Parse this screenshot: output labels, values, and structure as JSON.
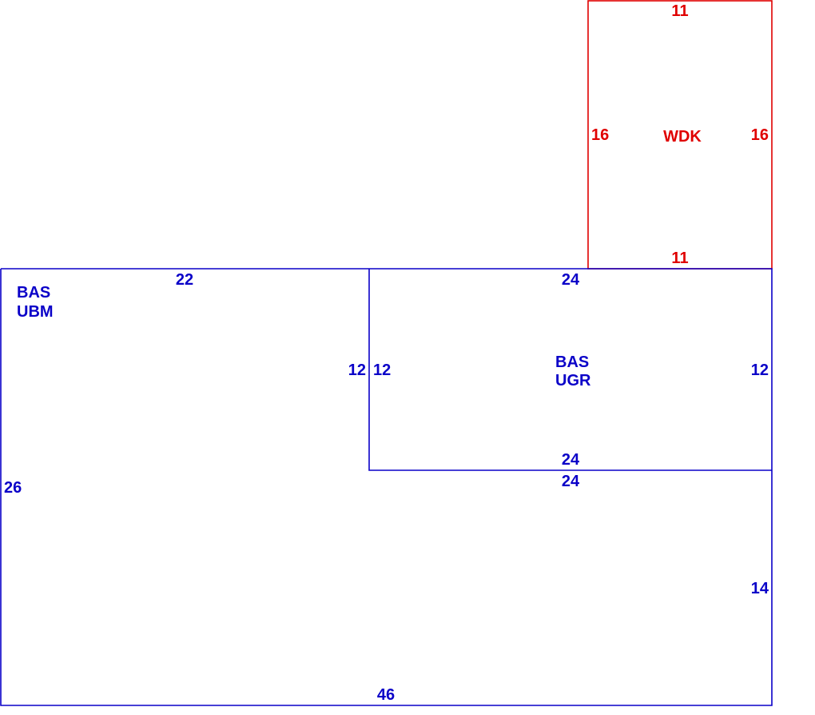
{
  "colors": {
    "base": "#0a00c8",
    "deck": "#e00000",
    "background": "#ffffff"
  },
  "areas": {
    "deck": {
      "code": "WDK",
      "top": "11",
      "bottom": "11",
      "left": "16",
      "right": "16"
    },
    "bas_ubm": {
      "line1": "BAS",
      "line2": "UBM",
      "top": "22",
      "right": "12",
      "left": "26"
    },
    "bas_ugr": {
      "line1": "BAS",
      "line2": "UGR",
      "top": "24",
      "bottom": "24",
      "left": "12",
      "right": "12"
    },
    "lower": {
      "top": "24",
      "right": "14",
      "bottom": "46"
    }
  }
}
